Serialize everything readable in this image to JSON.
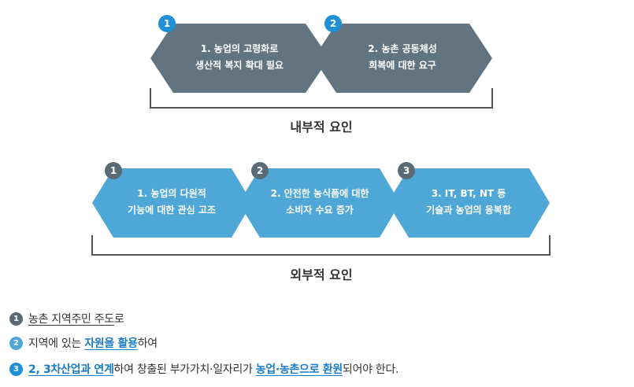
{
  "colors": {
    "internal_fill": "#627480",
    "internal_badge": "#1f8fd6",
    "external_fill": "#4ea7d6",
    "external_badge": "#5a6b76",
    "bracket": "#555555",
    "highlight": "#1a7cc4"
  },
  "internal": {
    "label": "내부적 요인",
    "items": [
      {
        "num": "1",
        "line1": "1. 농업의 고령화로",
        "line2": "생산적 복지 확대 필요"
      },
      {
        "num": "2",
        "line1": "2. 농촌 공동체성",
        "line2": "회복에 대한 요구"
      }
    ]
  },
  "external": {
    "label": "외부적 요인",
    "items": [
      {
        "num": "1",
        "line1": "1. 농업의 다원적",
        "line2": "기능에 대한 관심 고조"
      },
      {
        "num": "2",
        "line1": "2. 안전한 농식품에 대한",
        "line2": "소비자 수요 증가"
      },
      {
        "num": "3",
        "line1": "3. IT, BT, NT 등",
        "line2": "기술과 농업의 융복합"
      }
    ]
  },
  "notes": [
    {
      "num": "1",
      "color": "#5a6b76",
      "segments": [
        {
          "text": "농촌 지역주민 주도",
          "style": "u"
        },
        {
          "text": "로",
          "style": "n"
        }
      ]
    },
    {
      "num": "2",
      "color": "#4ea7d6",
      "segments": [
        {
          "text": "지역에 있는 ",
          "style": "n"
        },
        {
          "text": "자원을 활용",
          "style": "hl"
        },
        {
          "text": "하여",
          "style": "n"
        }
      ]
    },
    {
      "num": "3",
      "color": "#1f8fd6",
      "segments": [
        {
          "text": "2, 3차산업과 연계",
          "style": "hl"
        },
        {
          "text": "하여 창출된 부가가치·일자리가 ",
          "style": "n"
        },
        {
          "text": "농업·농촌으로 환원",
          "style": "hl"
        },
        {
          "text": "되어야 한다.",
          "style": "n"
        }
      ]
    }
  ]
}
